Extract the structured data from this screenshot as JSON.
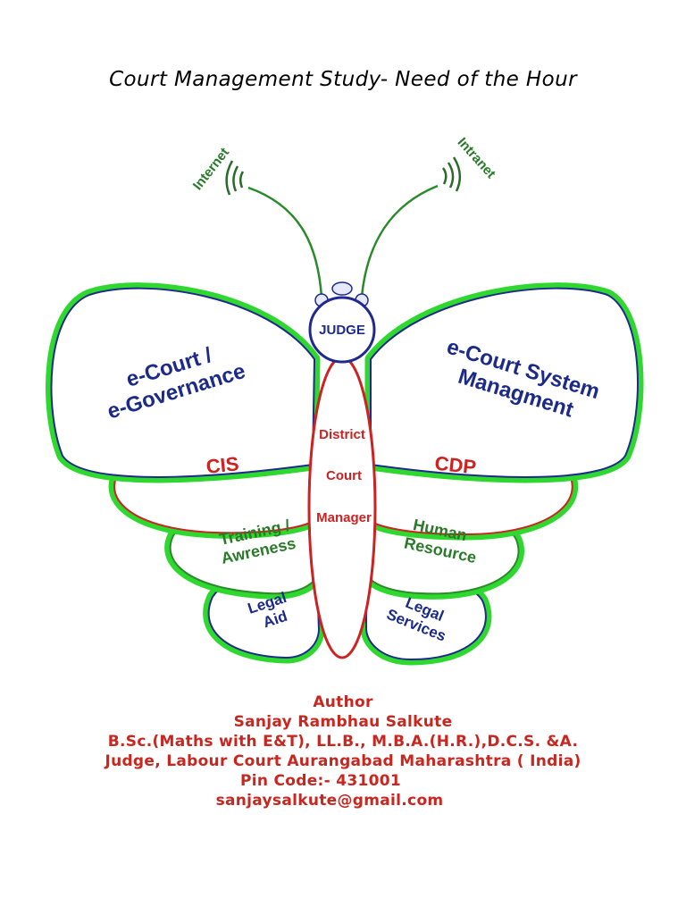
{
  "title": "Court Management Study- Need of the Hour",
  "antennae": {
    "left": "Internet",
    "right": "Intranet"
  },
  "head": {
    "label": "JUDGE"
  },
  "body": {
    "lines": [
      "District",
      "Court",
      "Manager"
    ]
  },
  "wings": {
    "upper_left": [
      "e-Court /",
      "e-Governance"
    ],
    "upper_right": [
      "e-Court System",
      "Managment"
    ],
    "middle_left": "CIS",
    "middle_right": "CDP",
    "lower_left": [
      "Training /",
      "Awreness"
    ],
    "lower_right": [
      "Human",
      "Resource"
    ],
    "bottom_left": [
      "Legal",
      "Aid"
    ],
    "bottom_right": [
      "Legal",
      "Services"
    ]
  },
  "author": {
    "heading": "Author",
    "name": "Sanjay Rambhau Salkute",
    "qualifications": "B.Sc.(Maths with E&T), LL.B., M.B.A.(H.R.),D.C.S. &A.",
    "position": "Judge, Labour Court Aurangabad Maharashtra ( India)",
    "pin": "Pin Code:- 431001",
    "email": "sanjaysalkute@gmail.com"
  },
  "colors": {
    "wing_outer": "#2fd82f",
    "upper_wing_stroke": "#1f2a8c",
    "middle_wing_stroke": "#cc2222",
    "body_stroke": "#cc2222",
    "blue_text": "#1c2a8a",
    "red_text": "#cc2222",
    "green_text": "#2a7a2a",
    "author_text": "#c8261f"
  }
}
